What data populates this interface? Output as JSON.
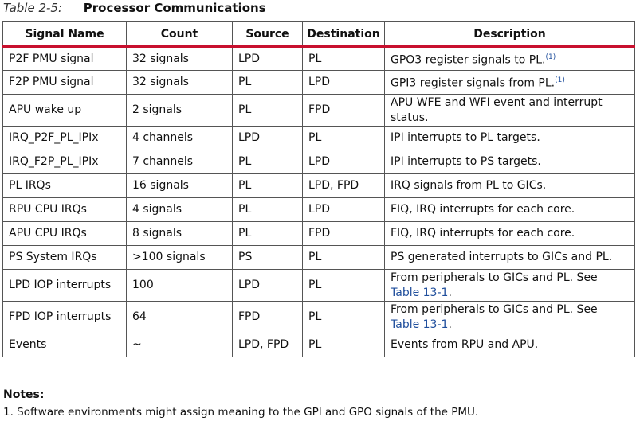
{
  "caption": {
    "number": "Table 2-5:",
    "title": "Processor Communications"
  },
  "headers": [
    "Signal Name",
    "Count",
    "Source",
    "Destination",
    "Description"
  ],
  "rows": [
    {
      "name": "P2F PMU signal",
      "count": "32 signals",
      "source": "LPD",
      "dest": "PL",
      "desc": "GPO3 register signals to PL.",
      "sup": "(1)"
    },
    {
      "name": "F2P PMU signal",
      "count": "32 signals",
      "source": "PL",
      "dest": "LPD",
      "desc": "GPI3 register signals from PL.",
      "sup": "(1)"
    },
    {
      "name": "APU wake up",
      "count": "2 signals",
      "source": "PL",
      "dest": "FPD",
      "desc": "APU WFE and WFI event and interrupt status."
    },
    {
      "name": "IRQ_P2F_PL_IPIx",
      "count": "4 channels",
      "source": "LPD",
      "dest": "PL",
      "desc": "IPI interrupts to PL targets."
    },
    {
      "name": "IRQ_F2P_PL_IPIx",
      "count": "7 channels",
      "source": "PL",
      "dest": "LPD",
      "desc": "IPI interrupts to PS targets."
    },
    {
      "name": "PL IRQs",
      "count": "16 signals",
      "source": "PL",
      "dest": "LPD, FPD",
      "desc": "IRQ signals from PL to GICs."
    },
    {
      "name": "RPU CPU IRQs",
      "count": "4 signals",
      "source": "PL",
      "dest": "LPD",
      "desc": "FIQ, IRQ interrupts for each core."
    },
    {
      "name": "APU CPU IRQs",
      "count": "8 signals",
      "source": "PL",
      "dest": "FPD",
      "desc": "FIQ, IRQ interrupts for each core."
    },
    {
      "name": "PS System IRQs",
      "count": ">100 signals",
      "source": "PS",
      "dest": "PL",
      "desc": "PS generated interrupts to GICs and PL."
    },
    {
      "name": "LPD IOP interrupts",
      "count": "100",
      "source": "LPD",
      "dest": "PL",
      "desc": "From peripherals to GICs and PL. See",
      "link": "Table 13-1",
      "after": "."
    },
    {
      "name": "FPD IOP interrupts",
      "count": "64",
      "source": "FPD",
      "dest": "PL",
      "desc": "From peripherals to GICs and PL. See",
      "link": "Table 13-1",
      "after": "."
    },
    {
      "name": "Events",
      "count": "~",
      "source": "LPD, FPD",
      "dest": "PL",
      "desc": "Events from RPU and APU."
    }
  ],
  "notes": {
    "heading": "Notes:",
    "items": [
      "1. Software environments might assign meaning to the GPI and GPO signals of the PMU."
    ]
  }
}
